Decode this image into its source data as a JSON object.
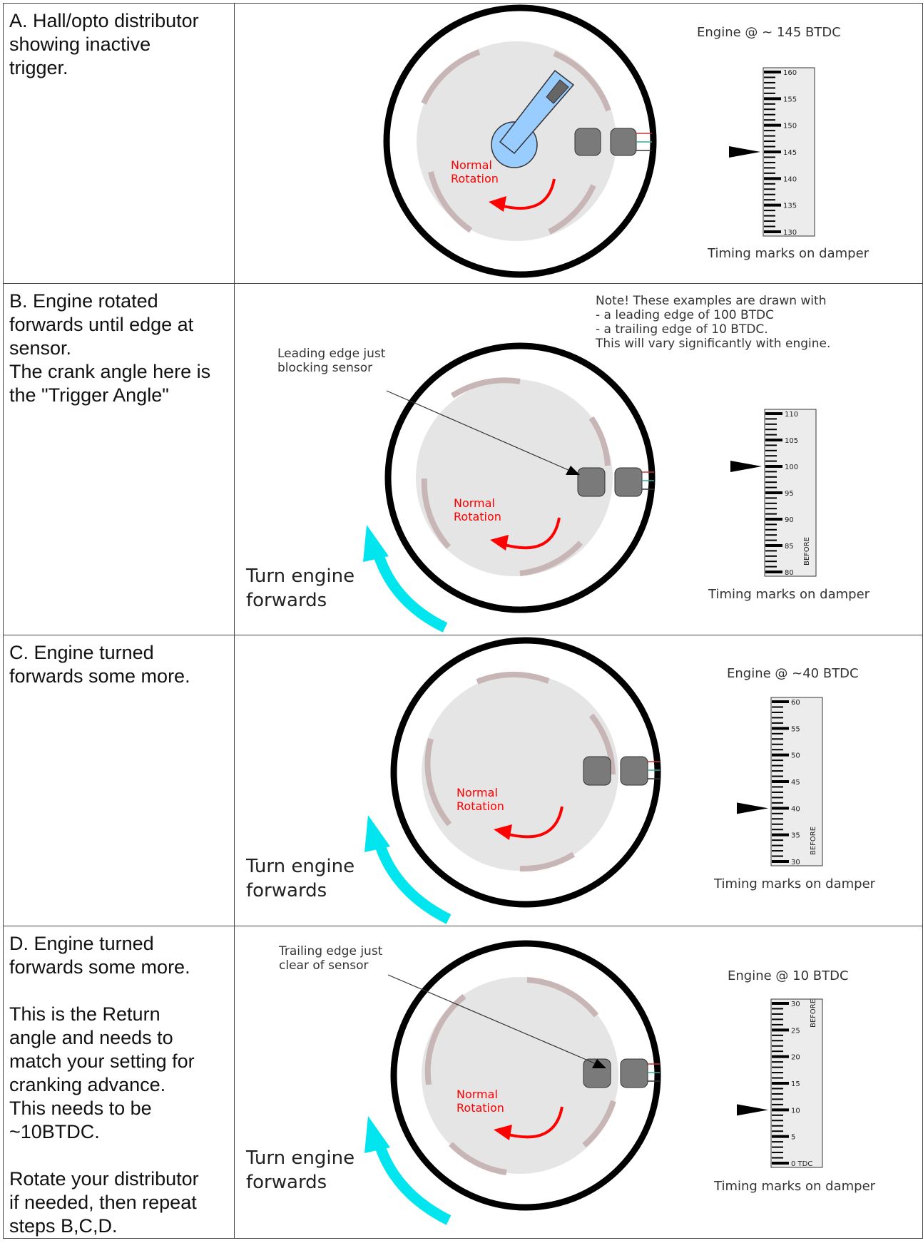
{
  "rows": [
    {
      "id": "A",
      "paragraphs": [
        "A. Hall/opto distributor\nshowing inactive\ntrigger."
      ],
      "rotation_label": [
        "Normal",
        "Rotation"
      ],
      "engine_label": "Engine @ ~ 145 BTDC",
      "damper_caption": "Timing marks on damper",
      "scale_ticks": [
        "160",
        "155",
        "150",
        "145",
        "140",
        "135",
        "130"
      ],
      "pointer_value": 145
    },
    {
      "id": "B",
      "paragraphs": [
        "B. Engine rotated\nforwards until edge at\nsensor.\nThe crank angle here is\nthe \"Trigger Angle\""
      ],
      "note": [
        "Note! These examples are drawn with",
        "- a leading edge of 100 BTDC",
        "- a trailing edge of 10 BTDC.",
        "This will vary significantly with engine."
      ],
      "callout": [
        "Leading edge just",
        "blocking sensor"
      ],
      "rotation_label": [
        "Normal",
        "Rotation"
      ],
      "turn_label": [
        "Turn engine",
        "forwards"
      ],
      "damper_caption": "Timing marks on damper",
      "scale_ticks": [
        "110",
        "105",
        "100",
        "95",
        "90",
        "85",
        "80"
      ],
      "scale_side": "BEFORE",
      "pointer_value": 100
    },
    {
      "id": "C",
      "paragraphs": [
        "C. Engine turned\nforwards some more."
      ],
      "rotation_label": [
        "Normal",
        "Rotation"
      ],
      "turn_label": [
        "Turn engine",
        "forwards"
      ],
      "engine_label": "Engine @ ~40 BTDC",
      "damper_caption": "Timing marks on damper",
      "scale_ticks": [
        "60",
        "55",
        "50",
        "45",
        "40",
        "35",
        "30"
      ],
      "scale_side": "BEFORE",
      "pointer_value": 40
    },
    {
      "id": "D",
      "paragraphs": [
        "D. Engine turned\nforwards some more.",
        "This is the Return\nangle and needs to\nmatch your setting for\ncranking advance.\nThis needs to be\n~10BTDC.",
        "Rotate your distributor\nif needed, then repeat\nsteps B,C,D."
      ],
      "callout": [
        "Trailing edge just",
        "clear of sensor"
      ],
      "rotation_label": [
        "Normal",
        "Rotation"
      ],
      "turn_label": [
        "Turn engine",
        "forwards"
      ],
      "engine_label": "Engine @ 10 BTDC",
      "damper_caption": "Timing marks on damper",
      "scale_ticks": [
        "30",
        "25",
        "20",
        "15",
        "10",
        "5",
        "0 TDC"
      ],
      "scale_side": "BEFORE",
      "pointer_value": 10
    }
  ],
  "colors": {
    "rotation_text": "#ff0000",
    "turn_arrow": "#00e5ee",
    "rotor": "#99ccff",
    "plate": "#e5e5e5",
    "ring": "#000000",
    "vane": "#c8b6b6"
  }
}
